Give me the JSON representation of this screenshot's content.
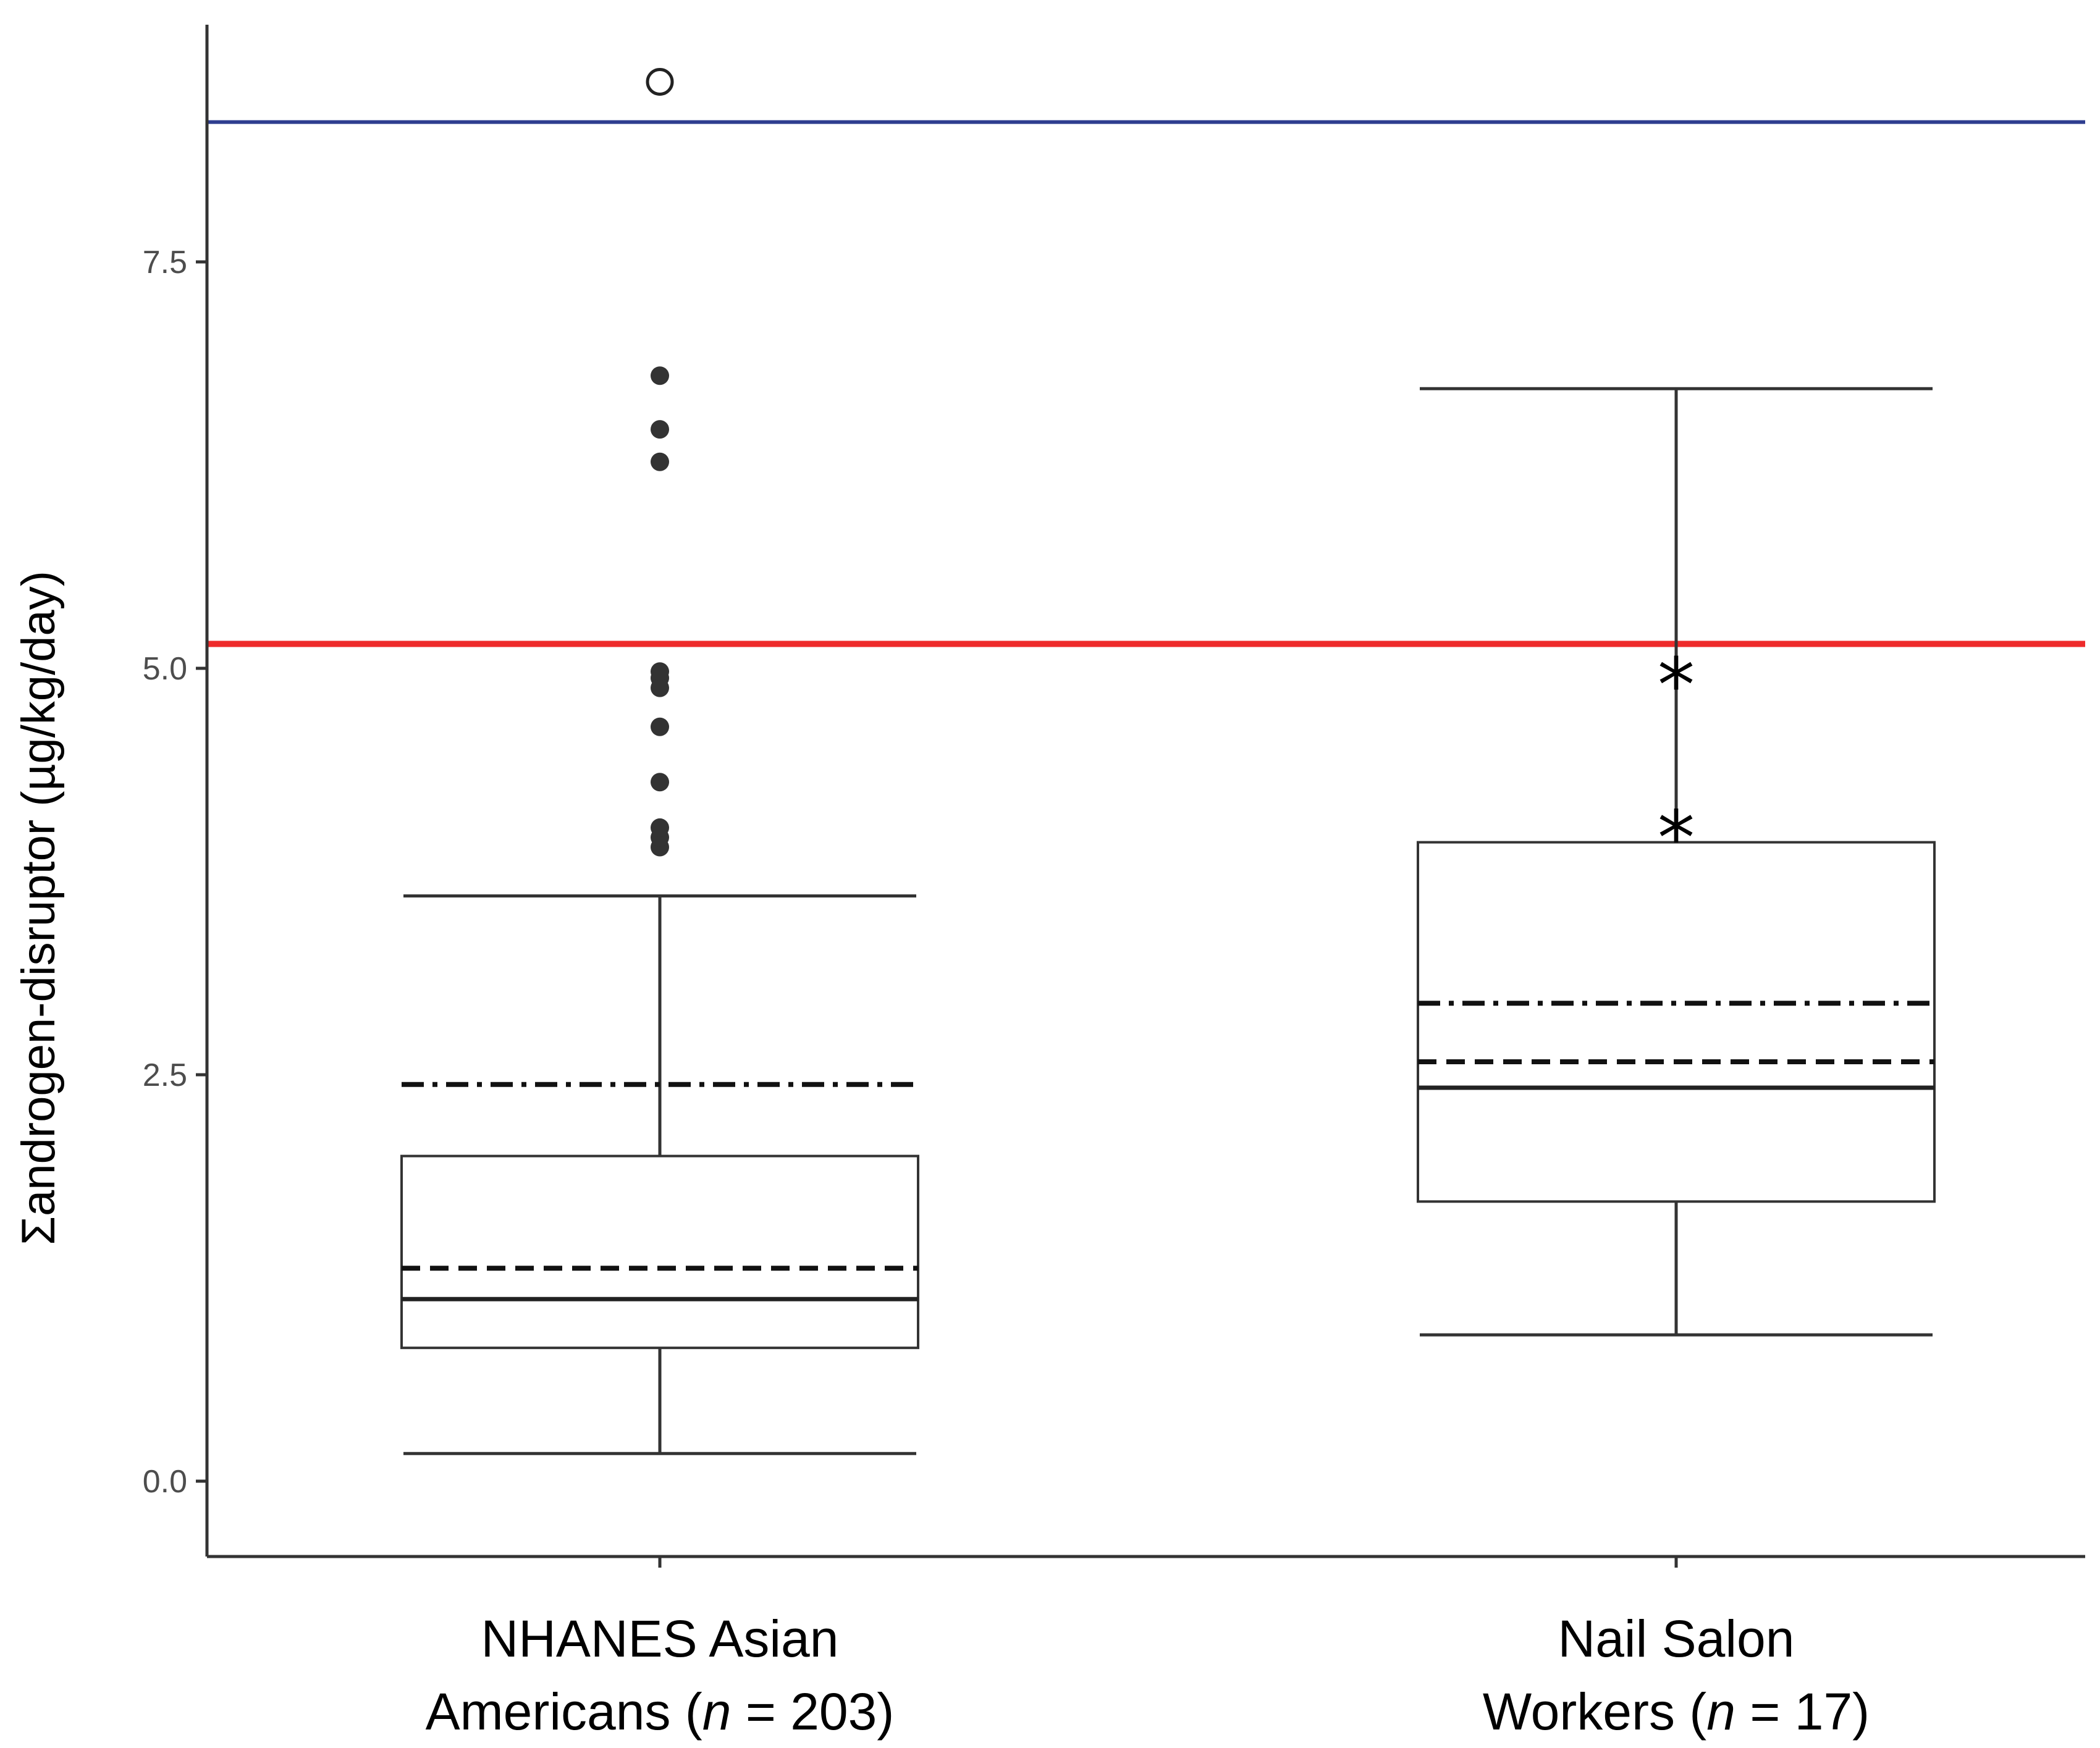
{
  "chart_data": {
    "type": "box",
    "ylabel": "Σandrogen-disruptor (µg/kg/day)",
    "xlabel": "",
    "ylim": [
      -0.45,
      9.0
    ],
    "yticks": [
      0.0,
      2.5,
      5.0,
      7.5
    ],
    "ytick_labels": [
      "0.0",
      "2.5",
      "5.0",
      "7.5"
    ],
    "grid": false,
    "categories": [
      {
        "line1": "NHANES Asian",
        "line2_prefix": "Americans (",
        "line2_n": "n",
        "line2_suffix": " = 203)"
      },
      {
        "line1": "Nail Salon",
        "line2_prefix": "Workers (",
        "line2_n": "n",
        "line2_suffix": " = 17)"
      }
    ],
    "boxes": [
      {
        "whisker_low": 0.17,
        "q1": 0.82,
        "median": 1.12,
        "q3": 2.0,
        "whisker_high": 3.6,
        "mean_dashed": 1.31,
        "dashdot": 2.44,
        "outliers": [
          3.9,
          3.96,
          4.02,
          4.3,
          4.64,
          4.88,
          4.94,
          4.98,
          6.27,
          6.47,
          6.8
        ],
        "open_outliers": [
          8.6
        ]
      },
      {
        "whisker_low": 0.9,
        "q1": 1.72,
        "median": 2.42,
        "q3": 3.93,
        "whisker_high": 6.72,
        "mean_dashed": 2.58,
        "dashdot": 2.94,
        "star_markers": [
          3.98,
          4.92
        ]
      }
    ],
    "reference_lines": [
      {
        "value": 8.36,
        "color": "#2e3d8f"
      },
      {
        "value": 5.15,
        "color": "#ee2b2b"
      }
    ],
    "colors": {
      "axis": "#333333",
      "box": "#333333",
      "points": "#333333"
    }
  }
}
